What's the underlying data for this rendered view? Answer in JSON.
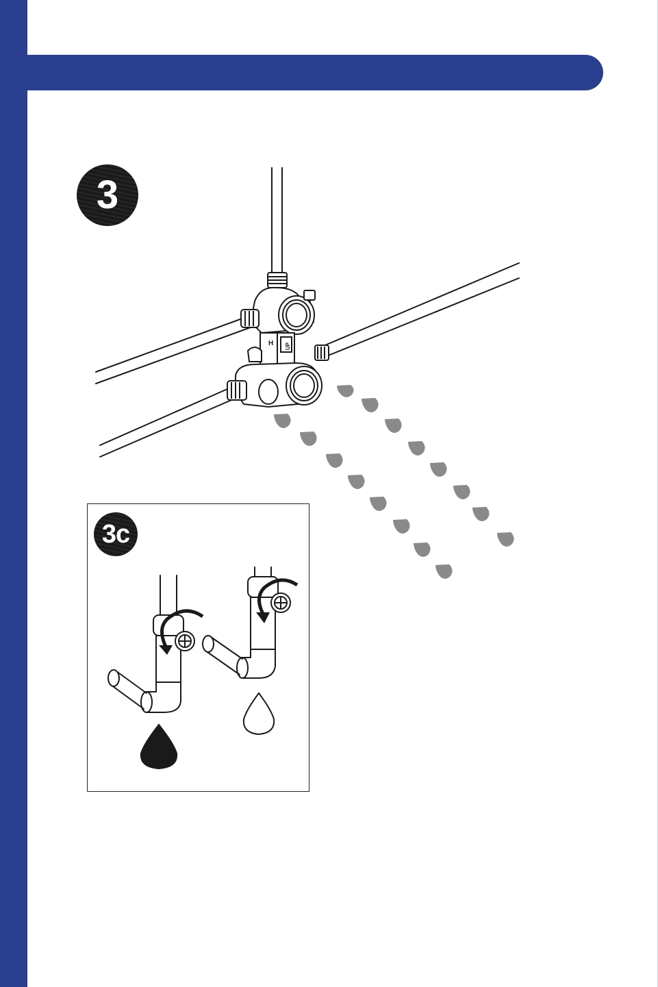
{
  "colors": {
    "brand": "#2a3f8f",
    "ink": "#1a1a1a",
    "drop": "#8a8a8a"
  },
  "step": {
    "number": "3"
  },
  "substep": {
    "label": "3c"
  },
  "valve_markings": {
    "hot_cold": "H",
    "up": "UP"
  },
  "icons": [
    "water-drop-icon",
    "rotate-arrow-icon",
    "empty-drop-icon",
    "full-drop-icon"
  ]
}
